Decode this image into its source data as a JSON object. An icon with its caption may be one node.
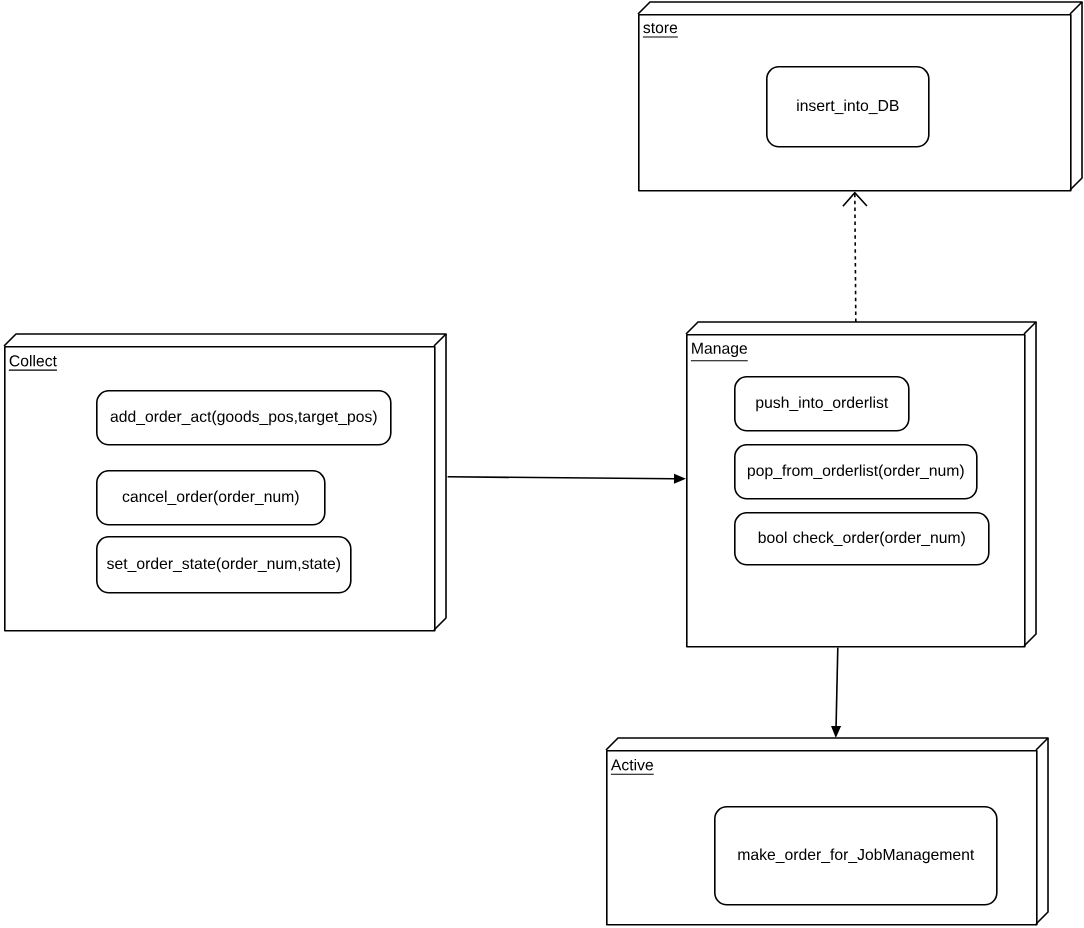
{
  "diagram": {
    "nodes": [
      {
        "text": [
          "store"
        ]
      },
      {
        "text": [
          "insert_into_DB"
        ],
        "in": 0
      },
      {
        "text": [
          "Collect"
        ]
      },
      {
        "text": [
          "add_order_act(goods_pos,target_pos)"
        ],
        "in": 2
      },
      {
        "text": [
          "cancel_order(order_num)"
        ],
        "in": 2
      },
      {
        "text": [
          "set_order_state(order_num,state)"
        ],
        "in": 2
      },
      {
        "text": [
          "Manage"
        ]
      },
      {
        "text": [
          "push_into_orderlist"
        ],
        "in": 6
      },
      {
        "text": [
          "pop_from_orderlist(order_num)"
        ],
        "in": 6
      },
      {
        "text": [
          "bool check_order(order_num)"
        ],
        "in": 6
      },
      {
        "text": [
          "Active"
        ]
      },
      {
        "text": [
          "make_order_for_JobManagement"
        ],
        "in": 10
      }
    ],
    "edges": [
      {
        "from": 2,
        "to": 6,
        "arrow": "to"
      },
      {
        "from": 6,
        "to": 0,
        "arrow": "to",
        "style": "dashed"
      },
      {
        "from": 6,
        "to": 10,
        "arrow": "to"
      }
    ]
  }
}
